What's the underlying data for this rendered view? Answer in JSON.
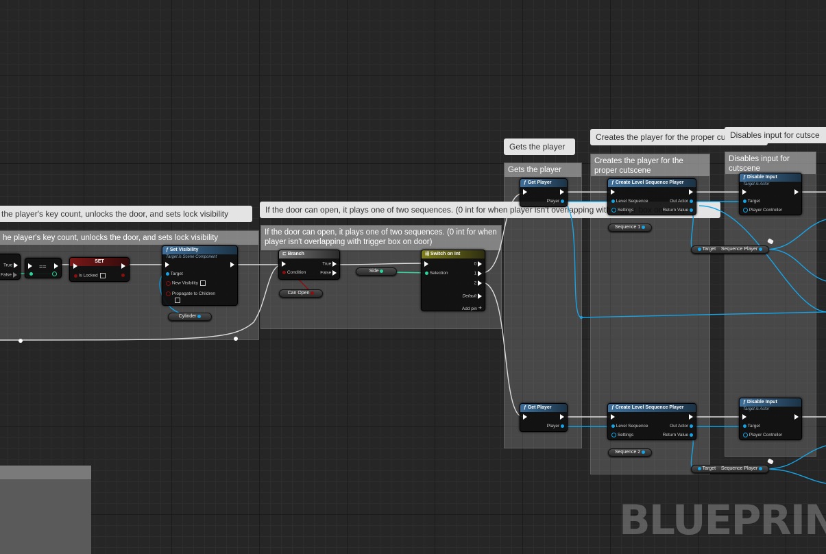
{
  "window": {
    "watermark": "BLUEPRINT"
  },
  "comments": {
    "c1": {
      "bubble": "the player's key count, unlocks the door, and sets lock visibility",
      "title": "he player's key count, unlocks the door, and sets lock visibility"
    },
    "c2": {
      "bubble": "If the door can open, it plays one of two sequences. (0 int for when player isn't overlapping with trigger box on door)",
      "title": "If the door can open, it plays one of two sequences. (0 int for when player isn't overlapping with trigger box on door)"
    },
    "c3": {
      "bubble": "Gets the player",
      "title": "Gets the player"
    },
    "c4": {
      "bubble": "Creates the player for the proper cutscene",
      "title": "Creates the player for the proper cutscene"
    },
    "c5": {
      "bubble": "Disables input for cutsce",
      "title": "Disables input for cutscene"
    }
  },
  "nodes": {
    "prev": {
      "true_label": "True",
      "false_label": "False"
    },
    "equal": {
      "title": "=="
    },
    "set_locked": {
      "title": "SET",
      "pin": "Is Locked"
    },
    "set_visibility": {
      "title": "Set Visibility",
      "subtitle": "Target is Scene Component",
      "target": "Target",
      "new_visibility": "New Visibility",
      "propagate": "Propagate to Children"
    },
    "cylinder": {
      "label": "Cylinder"
    },
    "branch": {
      "title": "Branch",
      "condition": "Condition",
      "true_label": "True",
      "false_label": "False"
    },
    "can_open": {
      "label": "Can Open"
    },
    "side": {
      "label": "Side"
    },
    "switch": {
      "title": "Switch on Int",
      "selection": "Selection",
      "out0": "0",
      "out1": "1",
      "out2": "2",
      "default": "Default",
      "add_pin": "Add pin"
    },
    "get_player_1": {
      "title": "Get Player",
      "player": "Player"
    },
    "get_player_2": {
      "title": "Get Player",
      "player": "Player"
    },
    "create_seq_1": {
      "title": "Create Level Sequence Player",
      "level_sequence": "Level Sequence",
      "settings": "Settings",
      "out_actor": "Out Actor",
      "return_value": "Return Value"
    },
    "create_seq_2": {
      "title": "Create Level Sequence Player",
      "level_sequence": "Level Sequence",
      "settings": "Settings",
      "out_actor": "Out Actor",
      "return_value": "Return Value"
    },
    "sequence_1": {
      "label": "Sequence 1"
    },
    "sequence_2": {
      "label": "Sequence 2"
    },
    "disable_input_1": {
      "title": "Disable Input",
      "subtitle": "Target is Actor",
      "target": "Target",
      "player_controller": "Player Controller"
    },
    "disable_input_2": {
      "title": "Disable Input",
      "subtitle": "Target is Actor",
      "target": "Target",
      "player_controller": "Player Controller"
    },
    "seq_player_var_1": {
      "target": "Target",
      "label": "Sequence Player"
    },
    "seq_player_var_2": {
      "target": "Target",
      "label": "Sequence Player"
    }
  },
  "colors": {
    "exec": "#ffffff",
    "object": "#17a4e6",
    "boolean": "#8c0f0f",
    "integer": "#2cd69a",
    "comment_bubble": "#e4e4e4"
  }
}
